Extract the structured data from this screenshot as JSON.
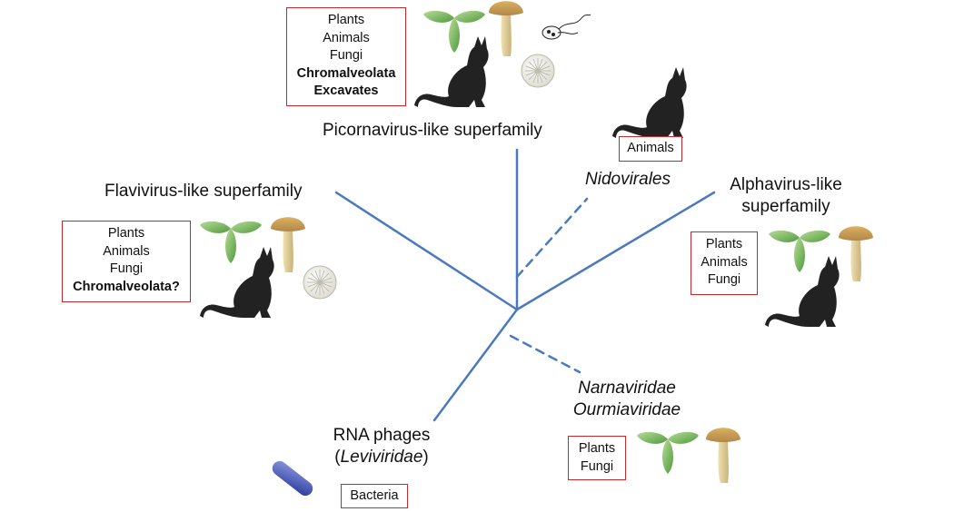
{
  "clades": {
    "picornavirus": {
      "label": "Picornavirus-like superfamily",
      "hosts": [
        "Plants",
        "Animals",
        "Fungi"
      ],
      "hosts_bold": [
        "Chromalveolata",
        "Excavates"
      ]
    },
    "nidovirales": {
      "label": "Nidovirales",
      "hosts": [
        "Animals"
      ]
    },
    "flavivirus": {
      "label": "Flavivirus-like superfamily",
      "hosts": [
        "Plants",
        "Animals",
        "Fungi"
      ],
      "hosts_bold": [
        "Chromalveolata?"
      ]
    },
    "alphavirus": {
      "label_line1": "Alphavirus-like",
      "label_line2": "superfamily",
      "hosts": [
        "Plants",
        "Animals",
        "Fungi"
      ]
    },
    "narna": {
      "label_line1": "Narnaviridae",
      "label_line2": "Ourmiaviridae",
      "hosts": [
        "Plants",
        "Fungi"
      ]
    },
    "phages": {
      "label_line1": "RNA phages",
      "label_paren_open": "(",
      "label_italic": "Leviviridae",
      "label_paren_close": ")",
      "hosts": [
        "Bacteria"
      ]
    }
  },
  "colors": {
    "branch": "#4a78c2",
    "host_box_border": "#c6282e",
    "leaf_green": "#6fae4f",
    "mushroom": "#c9a35a",
    "cat": "#222222",
    "bacterium": "#3f50b0"
  },
  "icons": [
    "plant-leaf-icon",
    "mushroom-icon",
    "cat-icon",
    "diatom-icon",
    "flagellate-icon",
    "bacterium-icon"
  ]
}
